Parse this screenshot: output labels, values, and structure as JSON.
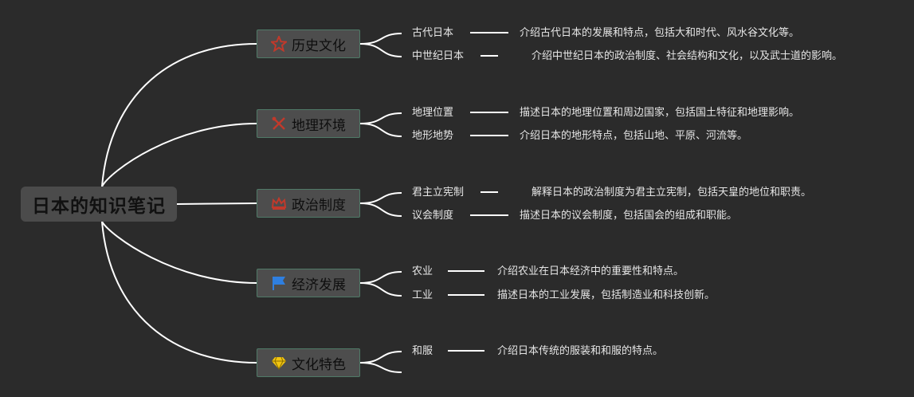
{
  "root": {
    "title": "日本的知识笔记"
  },
  "branches": [
    {
      "label": "历史文化",
      "icon": "star-icon",
      "icon_color": "#c0392b",
      "children": [
        {
          "label": "古代日本",
          "desc": "介绍古代日本的发展和特点，包括大和时代、风水谷文化等。"
        },
        {
          "label": "中世纪日本",
          "desc": "介绍中世纪日本的政治制度、社会结构和文化，以及武士道的影响。"
        }
      ]
    },
    {
      "label": "地理环境",
      "icon": "tools-icon",
      "icon_color": "#c0392b",
      "children": [
        {
          "label": "地理位置",
          "desc": "描述日本的地理位置和周边国家，包括国土特征和地理影响。"
        },
        {
          "label": "地形地势",
          "desc": "介绍日本的地形特点，包括山地、平原、河流等。"
        }
      ]
    },
    {
      "label": "政治制度",
      "icon": "crown-icon",
      "icon_color": "#c0392b",
      "children": [
        {
          "label": "君主立宪制",
          "desc": "解释日本的政治制度为君主立宪制，包括天皇的地位和职责。"
        },
        {
          "label": "议会制度",
          "desc": "描述日本的议会制度，包括国会的组成和职能。"
        }
      ]
    },
    {
      "label": "经济发展",
      "icon": "flag-icon",
      "icon_color": "#2f7fe0",
      "children": [
        {
          "label": "农业",
          "desc": "介绍农业在日本经济中的重要性和特点。"
        },
        {
          "label": "工业",
          "desc": "描述日本的工业发展，包括制造业和科技创新。"
        }
      ]
    },
    {
      "label": "文化特色",
      "icon": "diamond-icon",
      "icon_color": "#f1c40f",
      "children": [
        {
          "label": "和服",
          "desc": "介绍日本传统的服装和和服的特点。"
        },
        {
          "label": "",
          "desc": ""
        }
      ]
    }
  ]
}
